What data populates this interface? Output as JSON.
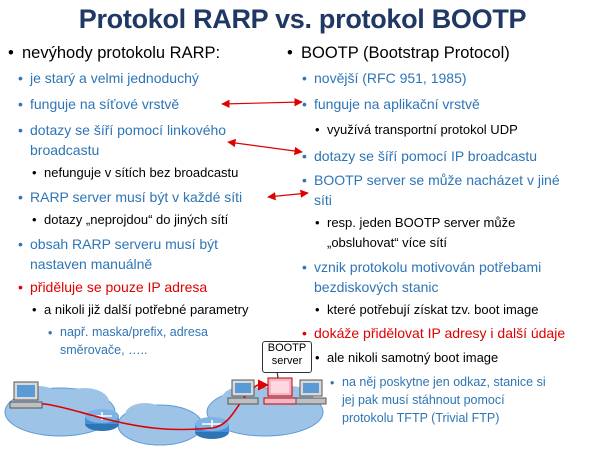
{
  "title": "Protokol RARP vs. protokol BOOTP",
  "left": {
    "heading": "nevýhody protokolu RARP:",
    "items": [
      {
        "lines": [
          "je starý a velmi jednoduchý"
        ]
      },
      {
        "lines": [
          "funguje na síťové vrstvě"
        ]
      },
      {
        "lines": [
          "dotazy se šíří pomocí linkového",
          "broadcastu"
        ]
      },
      {
        "lines": [
          "nefunguje v sítích bez broadcastu"
        ]
      },
      {
        "lines": [
          "RARP server musí být v každé síti"
        ]
      },
      {
        "lines": [
          "dotazy „neprojdou“ do jiných sítí"
        ]
      },
      {
        "lines": [
          "obsah RARP serveru musí být",
          "nastaven manuálně"
        ]
      },
      {
        "lines": [
          "přiděluje se pouze IP adresa"
        ]
      },
      {
        "lines": [
          "a nikoli již další potřebné parametry"
        ]
      },
      {
        "lines": [
          "např. maska/prefix, adresa",
          "směrovače, ….."
        ]
      }
    ]
  },
  "right": {
    "heading": "BOOTP (Bootstrap Protocol)",
    "items": [
      {
        "lines": [
          "novější (RFC 951, 1985)"
        ]
      },
      {
        "lines": [
          "funguje na aplikační vrstvě"
        ]
      },
      {
        "lines": [
          "využívá transportní protokol UDP"
        ]
      },
      {
        "lines": [
          "dotazy se šíří pomocí IP broadcastu"
        ]
      },
      {
        "lines": [
          "BOOTP server se může nacházet v jiné",
          "síti"
        ]
      },
      {
        "lines": [
          "resp. jeden BOOTP server může",
          "„obsluhovat“ více sítí"
        ]
      },
      {
        "lines": [
          "vznik protokolu motivován potřebami",
          "bezdiskových stanic"
        ]
      },
      {
        "lines": [
          "které potřebují získat tzv. boot image"
        ]
      },
      {
        "lines": [
          "dokáže přidělovat IP adresy i další údaje"
        ]
      },
      {
        "lines": [
          "ale nikoli samotný boot image"
        ]
      },
      {
        "lines": [
          "na něj poskytne jen odkaz, stanice si",
          "jej pak musí stáhnout pomocí",
          "protokolu TFTP (Trivial FTP)"
        ]
      }
    ]
  },
  "callout": {
    "line1": "BOOTP",
    "line2": "server"
  },
  "colors": {
    "title": "#1f3864",
    "level2": "#2e75b6",
    "emphasis": "#e00000",
    "arrow": "#e00000"
  },
  "icons": [
    "computer-icon",
    "router-icon",
    "network-cloud-icon",
    "server-icon"
  ]
}
